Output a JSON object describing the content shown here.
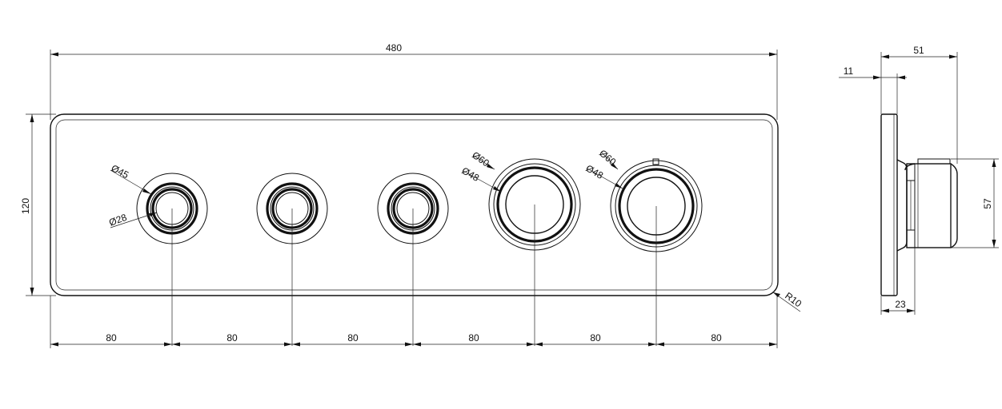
{
  "drawing": {
    "dims": {
      "overall_width": "480",
      "height": "120",
      "spacing": [
        "80",
        "80",
        "80",
        "80",
        "80",
        "80"
      ],
      "radius": "R10",
      "side_depth": "51",
      "side_plate": "11",
      "side_base": "23",
      "side_height": "57"
    },
    "diameters": {
      "small_outer": "Ø45",
      "small_inner": "Ø28",
      "large1_outer": "Ø60",
      "large1_inner": "Ø48",
      "large2_outer": "Ø60",
      "large2_inner": "Ø48"
    }
  }
}
